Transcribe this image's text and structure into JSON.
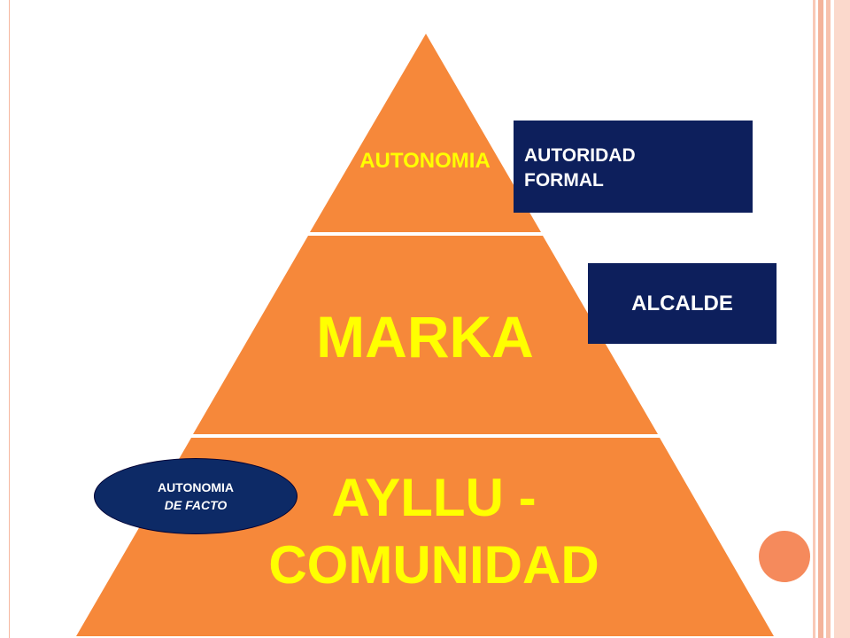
{
  "pyramid": {
    "tiers": [
      {
        "label": "AUTONOMIA"
      },
      {
        "label": "MARKA"
      },
      {
        "label_line1": "AYLLU -",
        "label_line2": "COMUNIDAD"
      }
    ]
  },
  "boxes": {
    "autoridad_formal": {
      "line1": "AUTORIDAD",
      "line2": "FORMAL"
    },
    "alcalde": "ALCALDE"
  },
  "ellipse": {
    "line1": "AUTONOMIA",
    "line2": "DE FACTO"
  },
  "colors": {
    "tier_fill": "#f6883a",
    "tier_text": "#ffff00",
    "box_fill": "#0d1f5c",
    "accent_dot": "#f58a5c"
  }
}
